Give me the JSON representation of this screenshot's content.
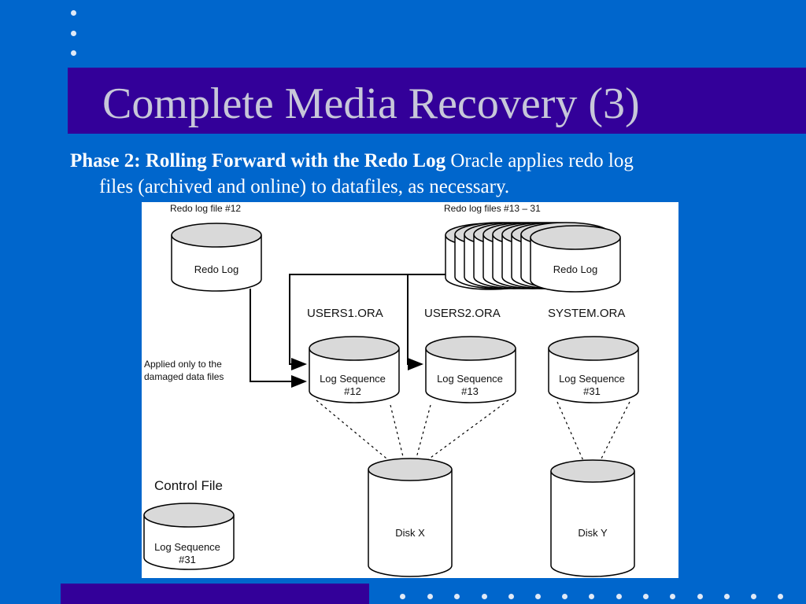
{
  "slide": {
    "title": "Complete Media Recovery (3)",
    "body_bold": "Phase 2: Rolling Forward with the Redo Log",
    "body_line1_rest": " Oracle applies redo log",
    "body_line2": "files (archived and online) to datafiles, as necessary."
  },
  "diagram": {
    "redo_log_file_12_label": "Redo log file #12",
    "redo_log_files_13_31_label": "Redo log files #13 – 31",
    "redo_log_left": "Redo Log",
    "redo_log_right": "Redo Log",
    "users1_label": "USERS1.ORA",
    "users2_label": "USERS2.ORA",
    "system_label": "SYSTEM.ORA",
    "applied_line1": "Applied only to the",
    "applied_line2": "damaged data files",
    "users1_seq_line1": "Log Sequence",
    "users1_seq_line2": "#12",
    "users2_seq_line1": "Log Sequence",
    "users2_seq_line2": "#13",
    "system_seq_line1": "Log Sequence",
    "system_seq_line2": "#31",
    "control_file_label": "Control File",
    "control_seq_line1": "Log Sequence",
    "control_seq_line2": "#31",
    "disk_x": "Disk X",
    "disk_y": "Disk Y"
  },
  "colors": {
    "background": "#0066cc",
    "title_bar": "#330099",
    "title_text": "#c7c7d9",
    "cylinder_top": "#d9d9d9"
  }
}
